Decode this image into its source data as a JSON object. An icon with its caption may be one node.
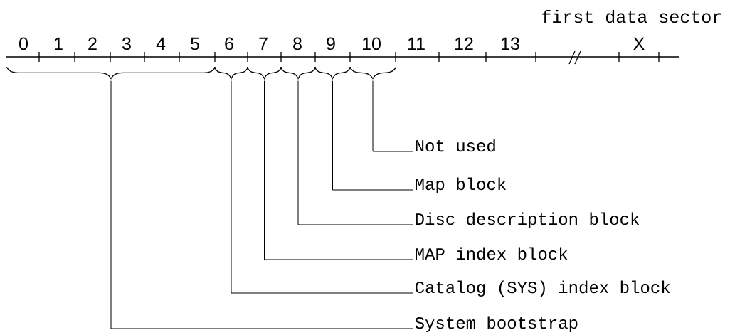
{
  "diagram": {
    "nodes": [
      {
        "text": [],
        "shape": "brace"
      },
      {
        "text": [],
        "shape": "brace"
      },
      {
        "text": [],
        "shape": "brace"
      },
      {
        "text": [],
        "shape": "brace"
      },
      {
        "text": [],
        "shape": "brace"
      },
      {
        "text": [],
        "shape": "brace"
      },
      {
        "text": [
          "Not used"
        ]
      },
      {
        "text": [
          "Map block"
        ]
      },
      {
        "text": [
          "Disc description block"
        ]
      },
      {
        "text": [
          "MAP index block"
        ]
      },
      {
        "text": [
          "Catalog (SYS) index block"
        ]
      },
      {
        "text": [
          "System bootstrap"
        ]
      }
    ],
    "edges": [
      {
        "from": 6,
        "to": 5,
        "arrow": "none"
      },
      {
        "from": 7,
        "to": 4,
        "arrow": "none"
      },
      {
        "from": 8,
        "to": 3,
        "arrow": "none"
      },
      {
        "from": 9,
        "to": 2,
        "arrow": "none"
      },
      {
        "from": 10,
        "to": 1,
        "arrow": "none"
      },
      {
        "from": 11,
        "to": 0,
        "arrow": "none"
      }
    ],
    "labels": [
      "first data sector",
      "0",
      "1",
      "2",
      "3",
      "4",
      "5",
      "6",
      "7",
      "8",
      "9",
      "10",
      "11",
      "12",
      "13",
      "X"
    ]
  }
}
